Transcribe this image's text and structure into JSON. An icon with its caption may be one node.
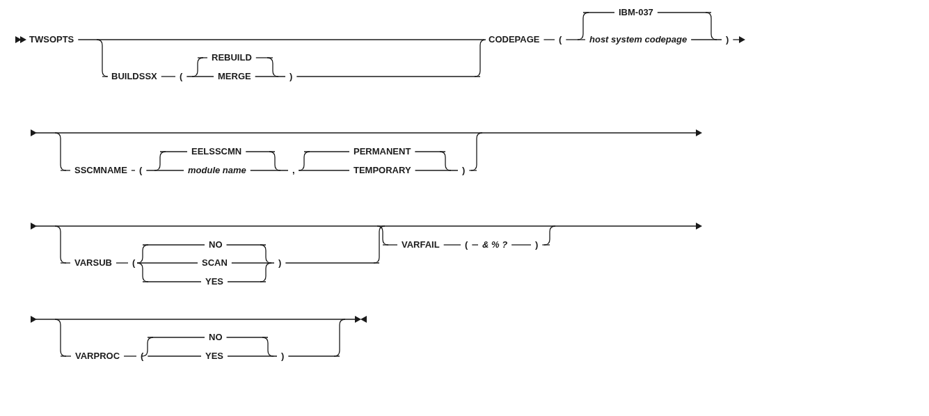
{
  "diagram": {
    "labels": [
      "TWSOPTS",
      "BUILDSSX",
      "(",
      "REBUILD",
      "MERGE",
      ")",
      "CODEPAGE",
      "(",
      "IBM-037",
      "host system codepage",
      ")",
      "SSCMNAME",
      "(",
      "EELSSCMN",
      "module name",
      ",",
      "PERMANENT",
      "TEMPORARY",
      ")",
      "VARSUB",
      "(",
      "NO",
      "SCAN",
      "YES",
      ")",
      "VARFAIL",
      "(",
      "& % ?",
      ")",
      "VARPROC",
      "(",
      "NO",
      "YES",
      ")"
    ]
  }
}
